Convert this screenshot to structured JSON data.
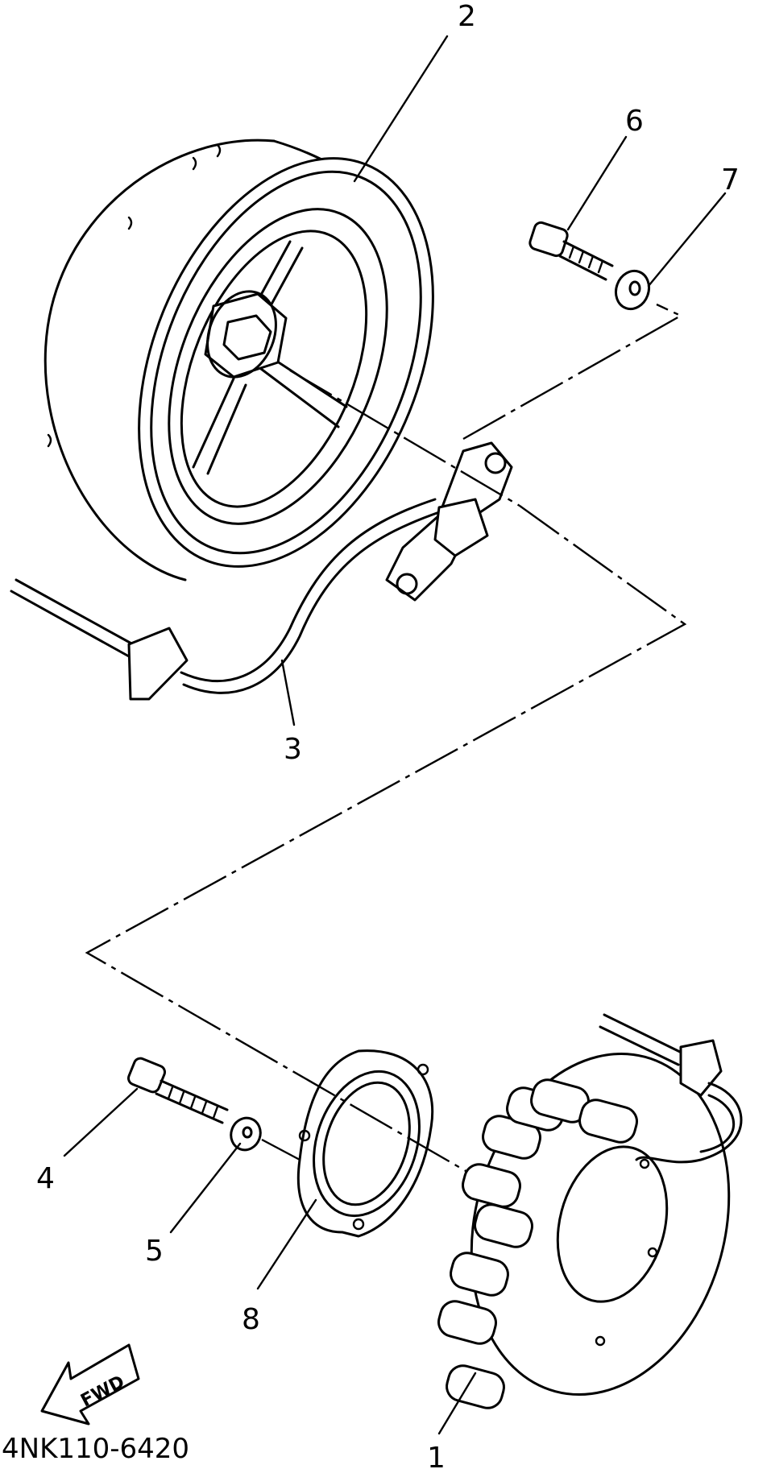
{
  "diagram": {
    "drawing_code": "4NK110-6420",
    "direction_badge": "FWD",
    "callouts": [
      {
        "number": "1",
        "part": "stator-coil-assembly"
      },
      {
        "number": "2",
        "part": "rotor-flywheel"
      },
      {
        "number": "3",
        "part": "pickup-coil"
      },
      {
        "number": "4",
        "part": "stator-bolt"
      },
      {
        "number": "5",
        "part": "stator-washer"
      },
      {
        "number": "6",
        "part": "pickup-bolt"
      },
      {
        "number": "7",
        "part": "pickup-washer"
      },
      {
        "number": "8",
        "part": "gasket"
      }
    ]
  }
}
